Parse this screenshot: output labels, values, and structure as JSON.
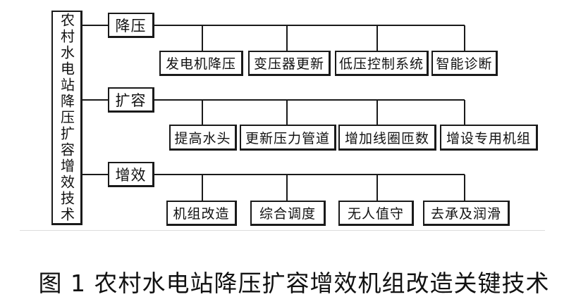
{
  "diagram": {
    "root": "农村水电站降压扩容增效技术",
    "categories": [
      {
        "label": "降压",
        "items": [
          "发电机降压",
          "变压器更新",
          "低压控制系统",
          "智能诊断"
        ]
      },
      {
        "label": "扩容",
        "items": [
          "提高水头",
          "更新压力管道",
          "增加线圈匝数",
          "增设专用机组"
        ]
      },
      {
        "label": "增效",
        "items": [
          "机组改造",
          "综合调度",
          "无人值守",
          "去承及润滑"
        ]
      }
    ]
  },
  "caption": "图 1 农村水电站降压扩容增效机组改造关键技术"
}
